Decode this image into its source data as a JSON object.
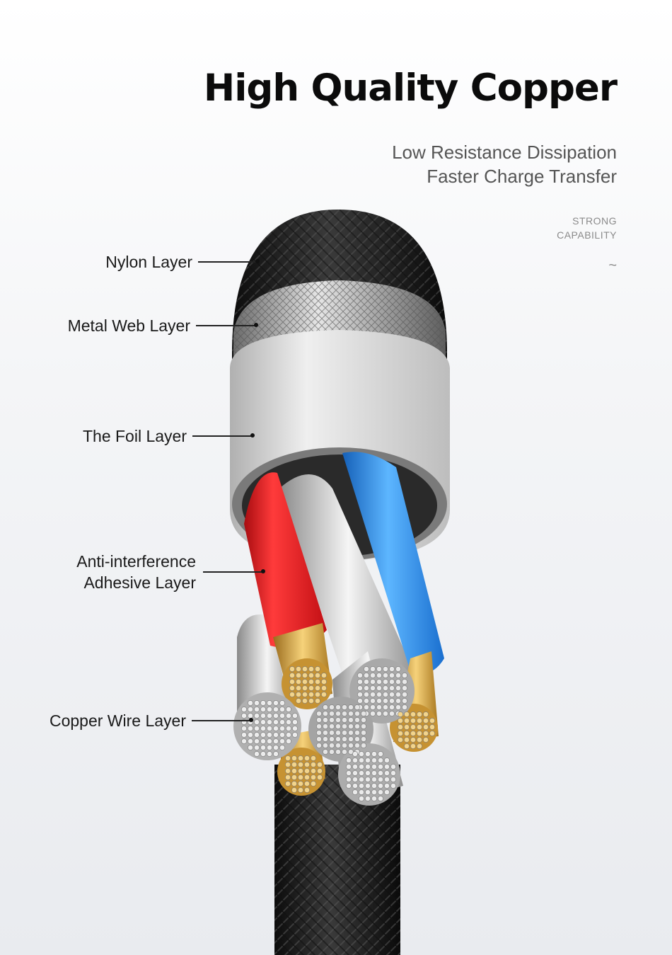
{
  "header": {
    "title": "High Quality Copper",
    "subtitle_lines": [
      "Low Resistance Dissipation",
      "Faster Charge Transfer"
    ],
    "tag_lines": [
      "STRONG",
      "CAPABILITY"
    ],
    "tilde": "~"
  },
  "layers": {
    "nylon": "Nylon Layer",
    "metal_web": "Metal Web Layer",
    "foil": "The Foil Layer",
    "adhesive_line1": "Anti-interference",
    "adhesive_line2": "Adhesive Layer",
    "copper": "Copper Wire Layer"
  },
  "colors": {
    "nylon_braid": "#1b1b1b",
    "metal_web": "#c9c9c9",
    "foil": "#d8d8d8",
    "red_wire": "#e3141b",
    "blue_wire": "#2a8ff0",
    "copper": "#d9a440",
    "silver_strands": "#bfbfbf"
  }
}
